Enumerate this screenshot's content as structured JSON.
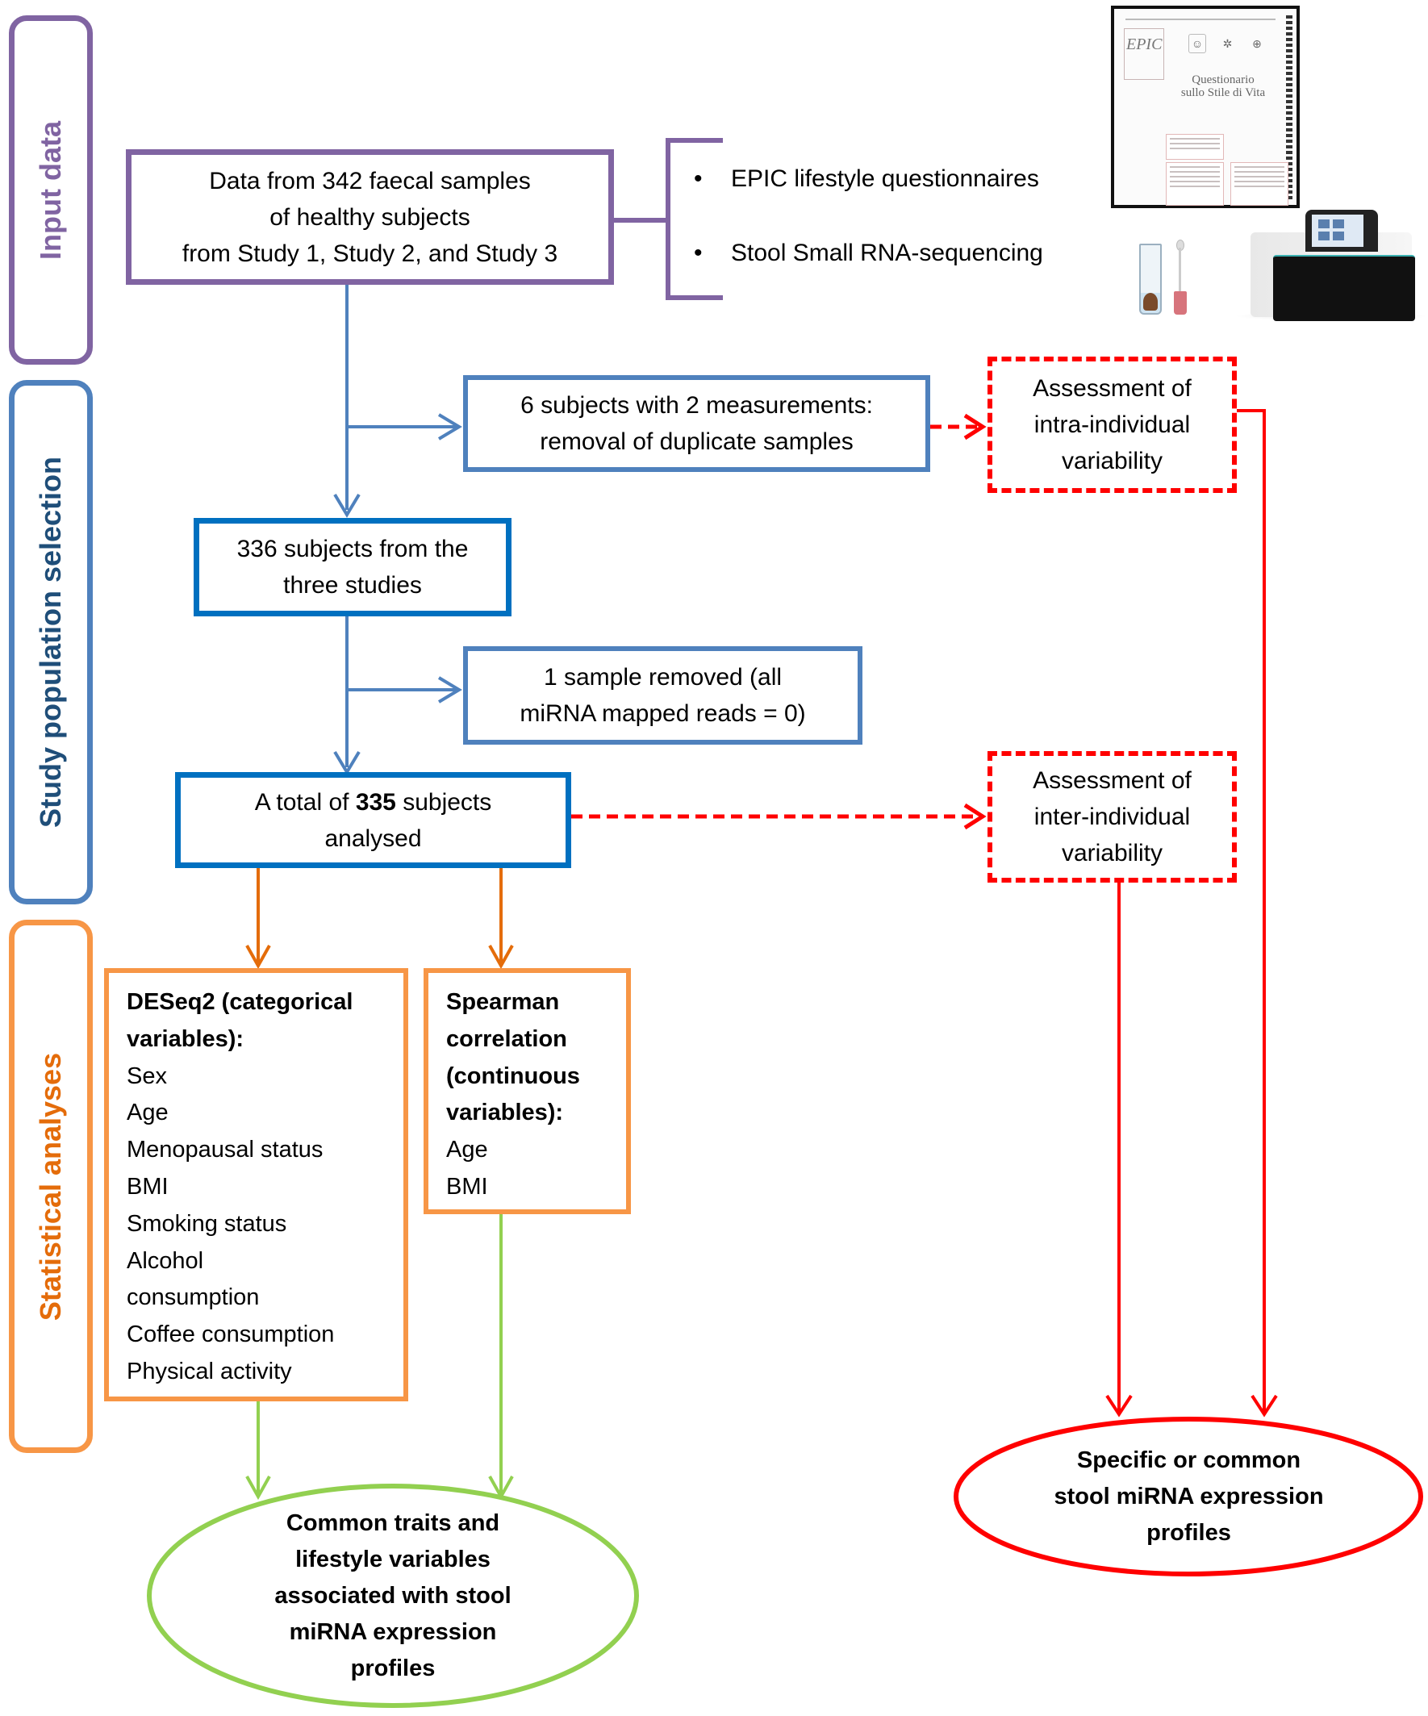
{
  "colors": {
    "input_stage": "#8064A2",
    "selection_stage": "#4F81BD",
    "selection_box": "#0070C0",
    "analysis_stage": "#F79646",
    "analysis_arrow": "#E46C0A",
    "variability_path": "#FF0000",
    "association_path": "#92D050"
  },
  "stages": {
    "input": "Input data",
    "selection": "Study population selection",
    "analysis": "Statistical analyses"
  },
  "input": {
    "data_box": {
      "lines": [
        "Data from 342 faecal samples",
        "of healthy subjects",
        "from Study 1, Study 2, and Study 3"
      ]
    },
    "sources": [
      {
        "bullet": "•",
        "label": "EPIC lifestyle questionnaires",
        "icon": "questionnaire-icon"
      },
      {
        "bullet": "•",
        "label": "Stool Small RNA-sequencing",
        "icon": "sequencer-icon"
      }
    ],
    "questionnaire_image": {
      "title_lines": [
        "Questionario",
        "sullo Stile di Vita"
      ],
      "logo_text": "EPIC"
    }
  },
  "selection": {
    "duplicates_box": {
      "lines": [
        "6 subjects with  2 measurements:",
        "removal of duplicate samples"
      ]
    },
    "subjects_336_box": {
      "lines": [
        "336 subjects from the",
        "three studies"
      ]
    },
    "removed_box": {
      "lines": [
        "1 sample removed (all",
        "miRNA  mapped reads = 0)"
      ]
    },
    "subjects_335_box": {
      "prefix": "A total of ",
      "count": "335",
      "suffix": " subjects",
      "line2": "analysed"
    }
  },
  "variability": {
    "intra_box": {
      "lines": [
        "Assessment of",
        "intra-individual",
        "variability"
      ]
    },
    "inter_box": {
      "lines": [
        "Assessment of",
        "inter-individual",
        "variability"
      ]
    }
  },
  "analysis": {
    "deseq_box": {
      "heading": [
        "DESeq2 (categorical",
        "variables):"
      ],
      "items": [
        "Sex",
        "Age",
        "Menopausal status",
        "BMI",
        "Smoking status",
        "Alcohol",
        "consumption",
        "Coffee consumption",
        "Physical activity"
      ]
    },
    "spearman_box": {
      "heading": [
        "Spearman",
        "correlation",
        "(continuous",
        "variables):"
      ],
      "items": [
        "Age",
        "BMI"
      ]
    }
  },
  "outcomes": {
    "green_ellipse": {
      "lines": [
        "Common traits and",
        "lifestyle variables",
        "associated with stool",
        "miRNA expression",
        "profiles"
      ]
    },
    "red_ellipse": {
      "lines": [
        "Specific or common",
        "stool miRNA expression",
        "profiles"
      ]
    }
  }
}
